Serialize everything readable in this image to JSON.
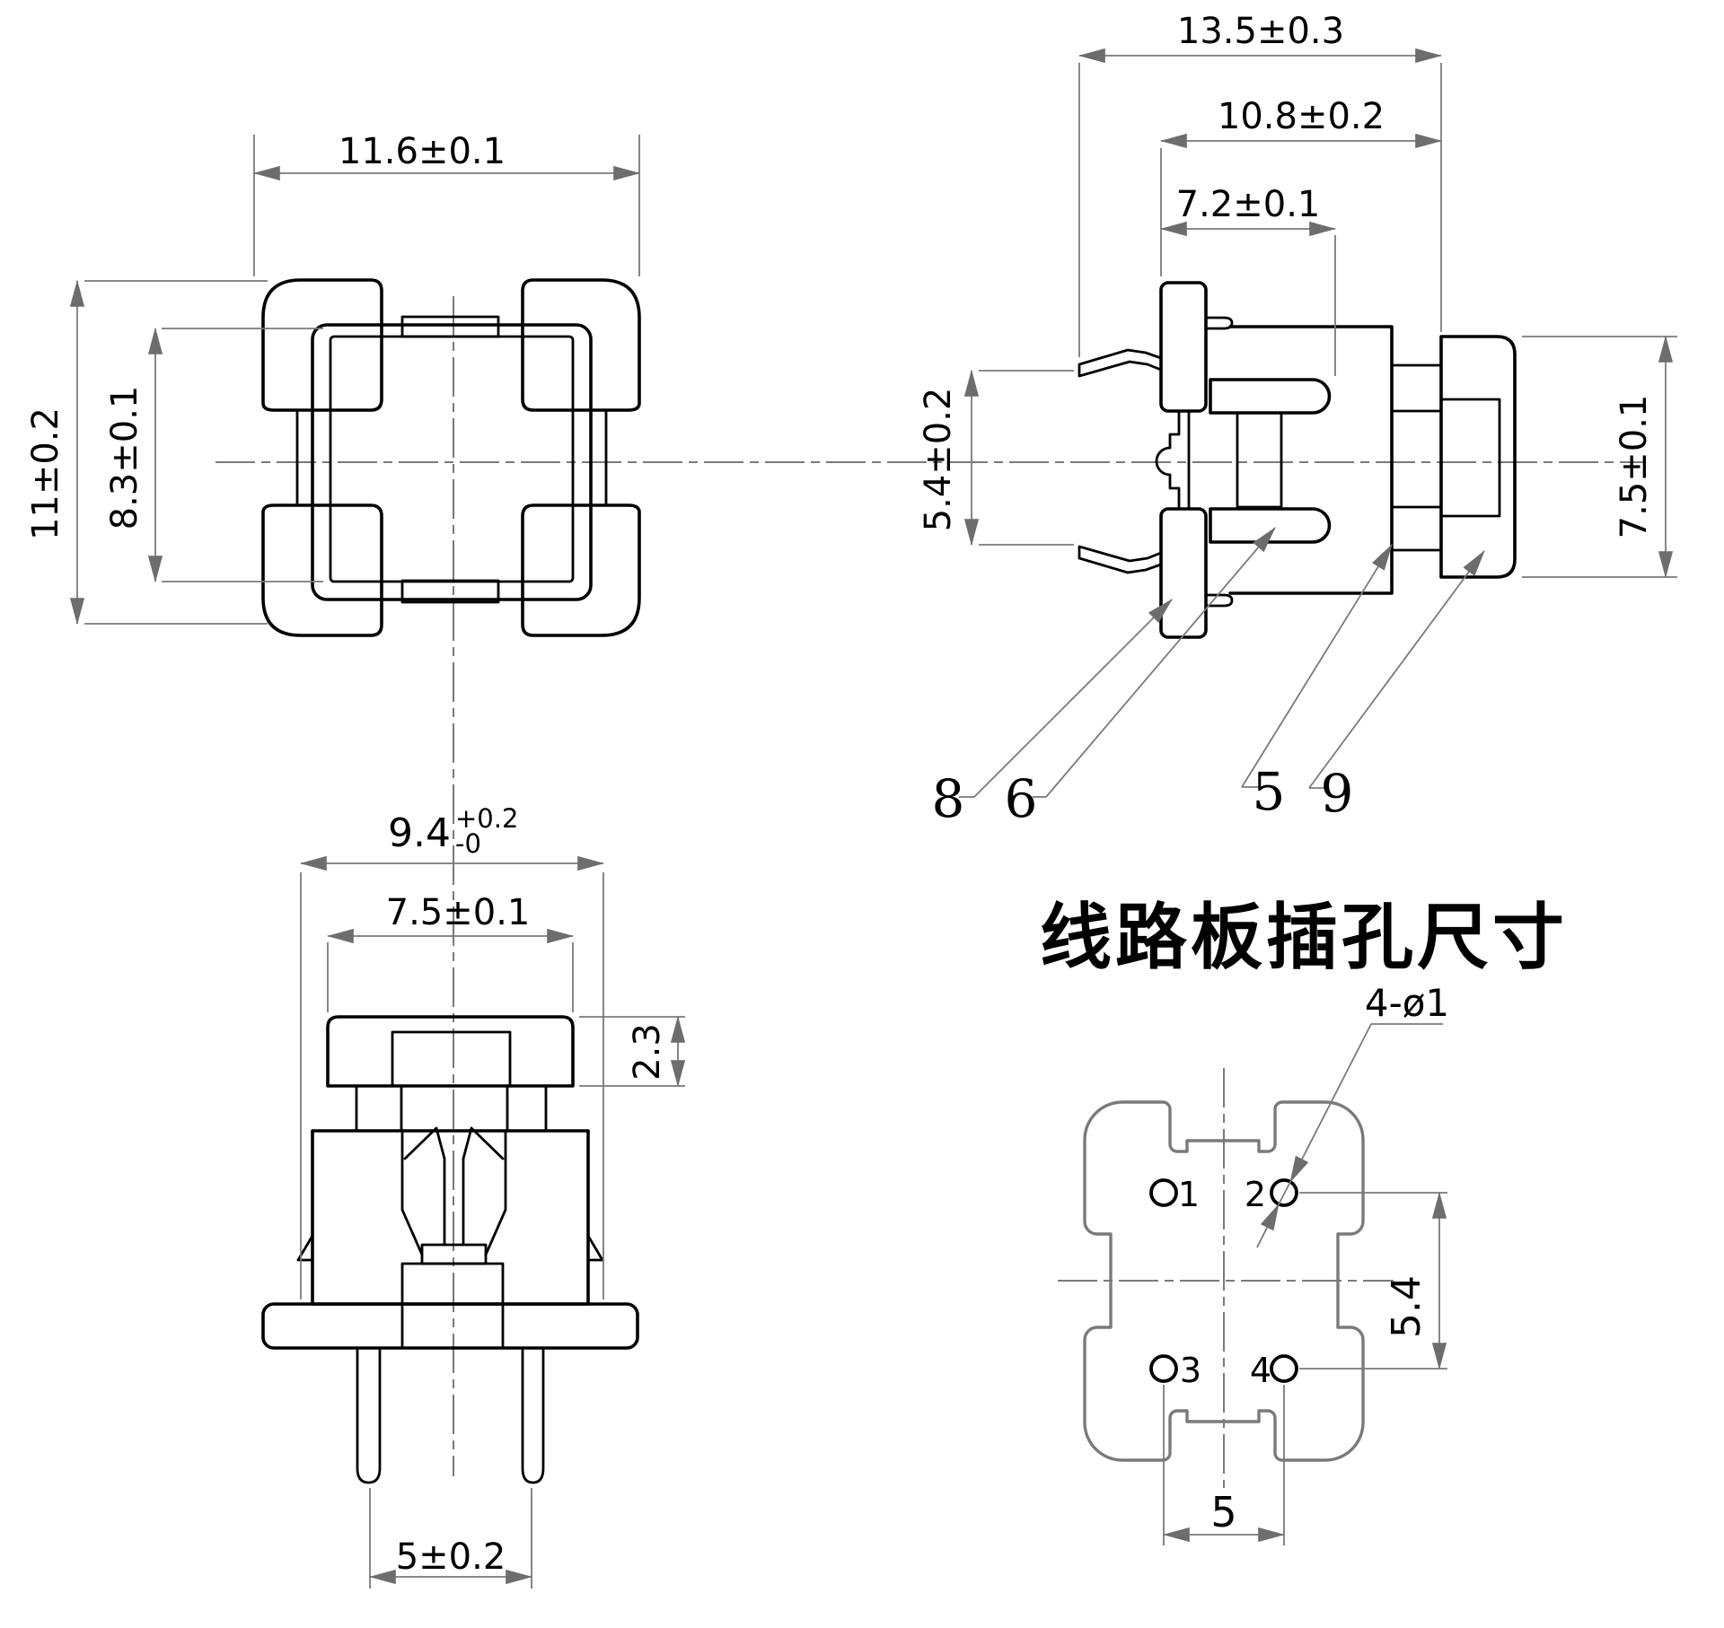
{
  "drawing": {
    "pcb_heading": "线路板插孔尺寸",
    "colors": {
      "line": "#000000",
      "annotation": "#7a7a7a"
    },
    "views": {
      "top": {
        "dim_width": "11.6±0.1",
        "dim_height": "11±0.2",
        "dim_inner_height": "8.3±0.1"
      },
      "side": {
        "dim_total_width": "13.5±0.3",
        "dim_body_width": "10.8±0.2",
        "dim_contact_width": "7.2±0.1",
        "dim_lead_spacing": "5.4±0.2",
        "dim_cap_diameter": "7.5±0.1",
        "part_labels": {
          "base": "8",
          "contact": "6",
          "bushing": "5",
          "cap": "9"
        }
      },
      "front": {
        "dim_body_width": "9.4",
        "dim_body_width_tol_upper": "+0.2",
        "dim_body_width_tol_lower": "-0",
        "dim_cap_width": "7.5±0.1",
        "dim_cap_height": "2.3",
        "dim_pin_pitch": "5±0.2"
      },
      "pcb": {
        "hole_callout": "4-ø1",
        "dim_row_spacing": "5.4",
        "dim_col_pitch": "5",
        "hole_labels": [
          "1",
          "2",
          "3",
          "4"
        ]
      }
    }
  }
}
